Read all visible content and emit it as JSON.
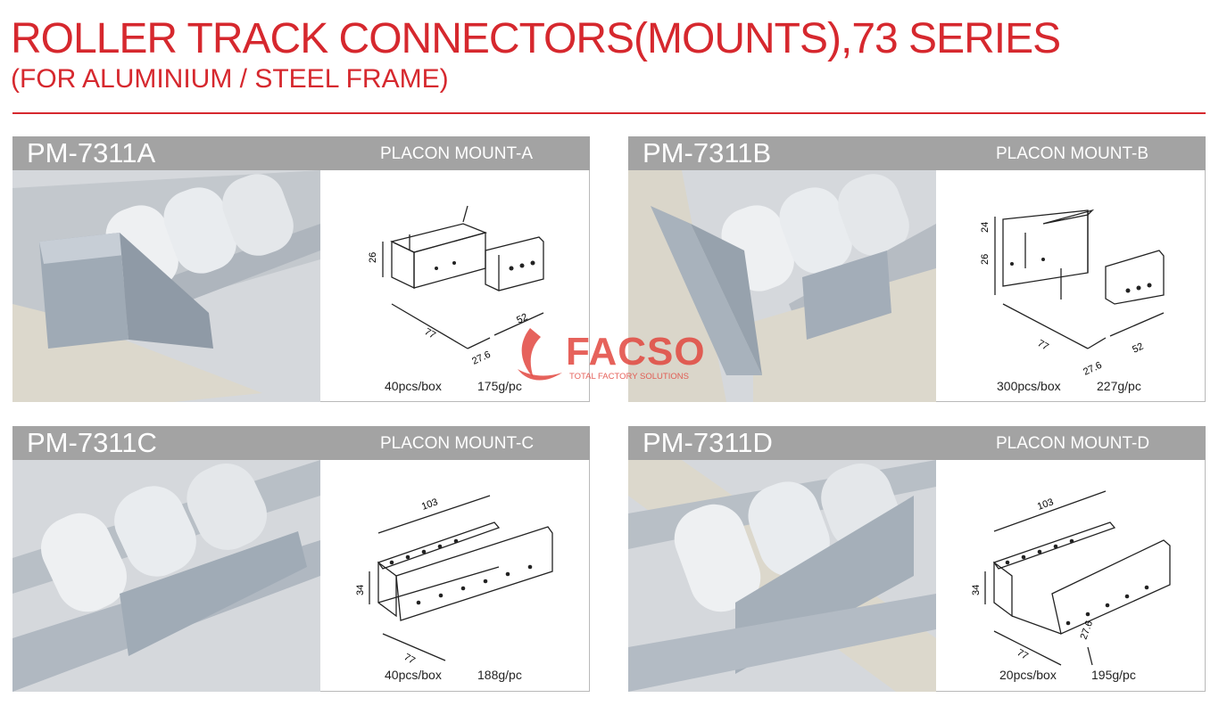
{
  "header": {
    "title": "ROLLER TRACK CONNECTORS(MOUNTS),73 SERIES",
    "subtitle": "(FOR ALUMINIUM / STEEL FRAME)"
  },
  "brand": {
    "name": "FACSO",
    "tagline": "TOTAL FACTORY SOLUTIONS",
    "color": "#d6282e"
  },
  "products": [
    {
      "code": "PM-7311A",
      "name": "PLACON MOUNT-A",
      "qty": "40pcs/box",
      "weight": "175g/pc",
      "dims": [
        "26",
        "77",
        "27.6",
        "52"
      ]
    },
    {
      "code": "PM-7311B",
      "name": "PLACON MOUNT-B",
      "qty": "300pcs/box",
      "weight": "227g/pc",
      "dims": [
        "24",
        "26",
        "77",
        "27.6",
        "52"
      ]
    },
    {
      "code": "PM-7311C",
      "name": "PLACON MOUNT-C",
      "qty": "40pcs/box",
      "weight": "188g/pc",
      "dims": [
        "103",
        "34",
        "77"
      ]
    },
    {
      "code": "PM-7311D",
      "name": "PLACON MOUNT-D",
      "qty": "20pcs/box",
      "weight": "195g/pc",
      "dims": [
        "103",
        "34",
        "77",
        "27.6"
      ]
    }
  ]
}
